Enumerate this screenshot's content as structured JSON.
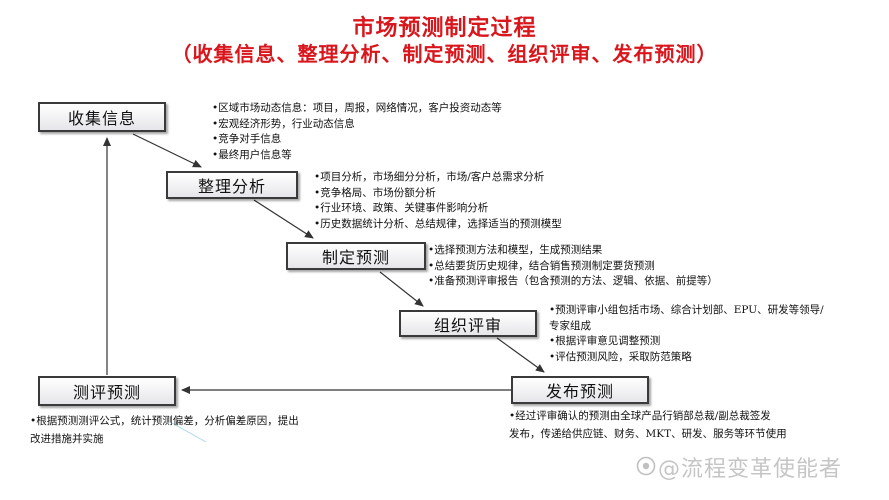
{
  "title": {
    "line1": "市场预测制定过程",
    "line2": "（收集信息、整理分析、制定预测、组织评审、发布预测）"
  },
  "steps": [
    {
      "label": "收集信息"
    },
    {
      "label": "整理分析"
    },
    {
      "label": "制定预测"
    },
    {
      "label": "组织评审"
    },
    {
      "label": "发布预测"
    },
    {
      "label": "测评预测"
    }
  ],
  "notes": {
    "collect": [
      "•区域市场动态信息：项目，周报，网络情况，客户投资动态等",
      "•宏观经济形势，行业动态信息",
      "•竞争对手信息",
      "•最终用户信息等"
    ],
    "analyze": [
      "•项目分析，市场细分分析，市场/客户总需求分析",
      "•竞争格局、市场份额分析",
      "•行业环境、政策、关键事件影响分析",
      "•历史数据统计分析、总结规律，选择适当的预测模型"
    ],
    "forecast": [
      "•选择预测方法和模型，生成预测结果",
      "•总结要货历史规律，结合销售预测制定要货预测",
      "•准备预测评审报告（包含预测的方法、逻辑、依据、前提等）"
    ],
    "review": [
      "•预测评审小组包括市场、综合计划部、EPU、研发等领导/",
      "专家组成",
      "•根据评审意见调整预测",
      "•评估预测风险，采取防范策略"
    ],
    "publish": [
      "•经过评审确认的预测由全球产品行销部总裁/副总裁签发",
      "发布，传递给供应链、财务、MKT、研发、服务等环节使用"
    ],
    "evaluate": [
      "•根据预测测评公式，统计预测偏差，分析偏差原因，提出",
      "改进措施并实施"
    ]
  },
  "watermark": {
    "icon": "camera-icon",
    "text": "@流程变革使能者"
  },
  "colors": {
    "title": "#d9161c",
    "box_border": "#3a3a3a",
    "arrow": "#333333"
  }
}
